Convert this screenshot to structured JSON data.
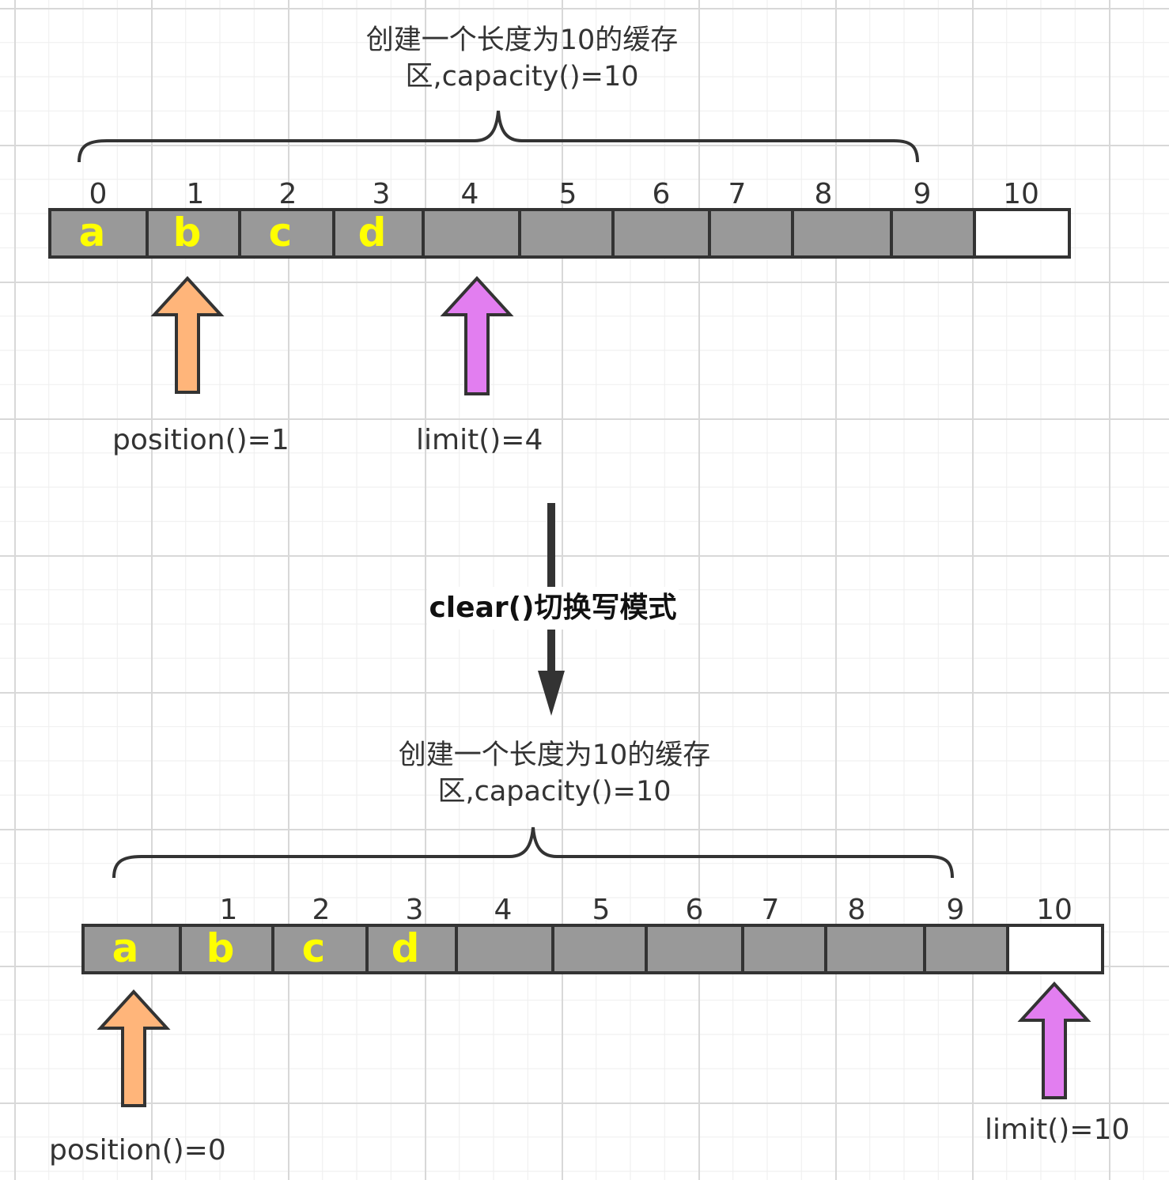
{
  "top": {
    "caption_line1": "创建一个长度为10的缓存",
    "caption_line2": "区,capacity()=10",
    "index_labels": [
      "0",
      "1",
      "2",
      "3",
      "4",
      "5",
      "6",
      "7",
      "8",
      "9",
      "10"
    ],
    "cell_values": [
      "a",
      "b",
      "c",
      "d",
      "",
      "",
      "",
      "",
      "",
      "",
      ""
    ],
    "position_label": "position()=1",
    "limit_label": "limit()=4",
    "position": 1,
    "limit": 4
  },
  "transition": {
    "label": "clear()切换写模式"
  },
  "bottom": {
    "caption_line1": "创建一个长度为10的缓存",
    "caption_line2": "区,capacity()=10",
    "index_labels": [
      "",
      "1",
      "2",
      "3",
      "4",
      "5",
      "6",
      "7",
      "8",
      "9",
      "10"
    ],
    "cell_values": [
      "a",
      "b",
      "c",
      "d",
      "",
      "",
      "",
      "",
      "",
      "",
      ""
    ],
    "position_label": "position()=0",
    "limit_label": "limit()=10",
    "position": 0,
    "limit": 10
  },
  "capacity": 10,
  "colors": {
    "cell_fill": "#999999",
    "empty_cell_fill": "#ffffff",
    "cell_text": "#ffff00",
    "position_arrow": "#ffb57a",
    "limit_arrow": "#e27ef0",
    "outline": "#333333"
  }
}
